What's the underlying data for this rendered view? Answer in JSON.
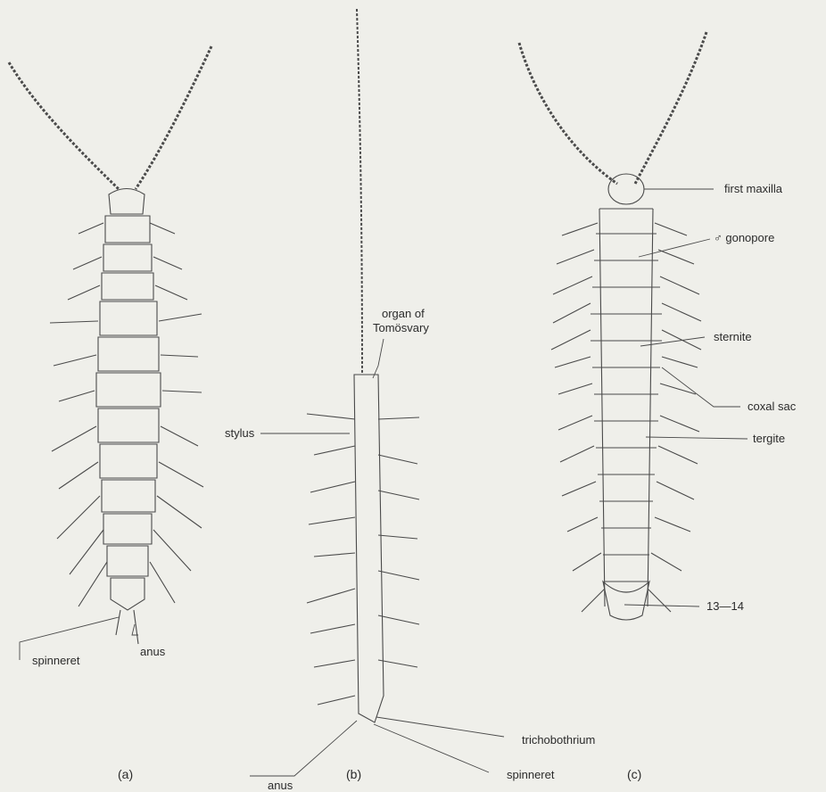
{
  "figure_a": {
    "caption": "(a)",
    "labels": {
      "anus": "anus",
      "spinneret": "spinneret"
    }
  },
  "figure_b": {
    "caption": "(b)",
    "labels": {
      "organ_line1": "organ of",
      "organ_line2": "Tomösvary",
      "stylus": "stylus",
      "trichobothrium": "trichobothrium",
      "spinneret": "spinneret",
      "anus": "anus"
    }
  },
  "figure_c": {
    "caption": "(c)",
    "labels": {
      "first_maxilla": "first maxilla",
      "gonopore": "♂ gonopore",
      "sternite": "sternite",
      "coxal_sac": "coxal sac",
      "tergite": "tergite",
      "segments": "13—14"
    }
  },
  "colors": {
    "background": "#efefea",
    "ink": "#2b2b2b"
  }
}
